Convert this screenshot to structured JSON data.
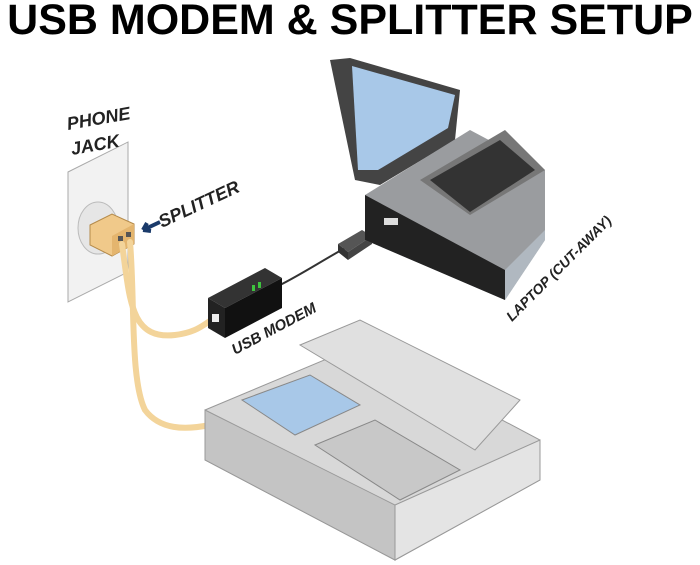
{
  "title": "USB MODEM & SPLITTER SETUP",
  "labels": {
    "phone_jack_line1": "PHONE",
    "phone_jack_line2": "JACK",
    "splitter": "SPLITTER",
    "usb_modem": "USB MODEM",
    "laptop": "LAPTOP (CUT-AWAY)"
  },
  "colors": {
    "cable": "#f3d49a",
    "screen": "#a8c8e8",
    "laptop_body": "#9a9c9f",
    "modem": "#222222",
    "modem_led": "#3ec43e",
    "arrow_red": "#d42020",
    "arrow_blue": "#1a3a6a"
  }
}
